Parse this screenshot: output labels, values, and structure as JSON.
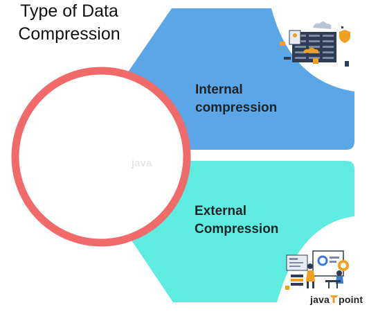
{
  "diagram": {
    "center": {
      "line1": "Type of Data",
      "line2": "Compression"
    },
    "internal": {
      "line1": "Internal",
      "line2": "compression"
    },
    "external": {
      "line1": "External",
      "line2": "Compression"
    }
  },
  "brand": {
    "left": "java",
    "right": "point"
  },
  "colors": {
    "internal_fill": "#5aa6e6",
    "external_fill": "#5fece0",
    "circle_ring": "#f06a6a",
    "brand_accent": "#f0a020"
  },
  "icons": {
    "internal": "server-cloud-security-illustration",
    "external": "people-dashboard-illustration"
  }
}
